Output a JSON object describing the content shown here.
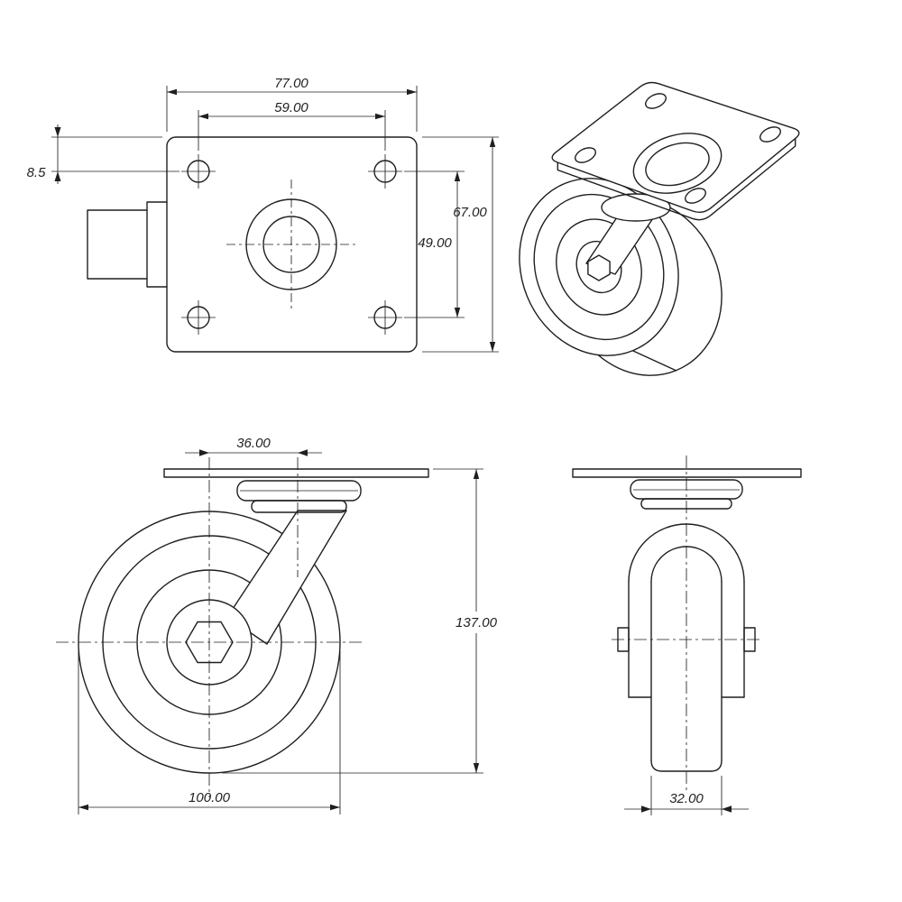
{
  "drawing": {
    "type": "technical-drawing",
    "subject": "swivel-caster-with-top-plate",
    "background": "#ffffff",
    "line_color": "#1f1f1f",
    "dimensions": {
      "plate_width": "77.00",
      "bolt_spacing_width": "59.00",
      "bolt_edge_offset": "8.5",
      "plate_depth": "67.00",
      "bolt_spacing_depth": "49.00",
      "swivel_offset": "36.00",
      "overall_height": "137.00",
      "wheel_diameter": "100.00",
      "wheel_width": "32.00"
    }
  }
}
